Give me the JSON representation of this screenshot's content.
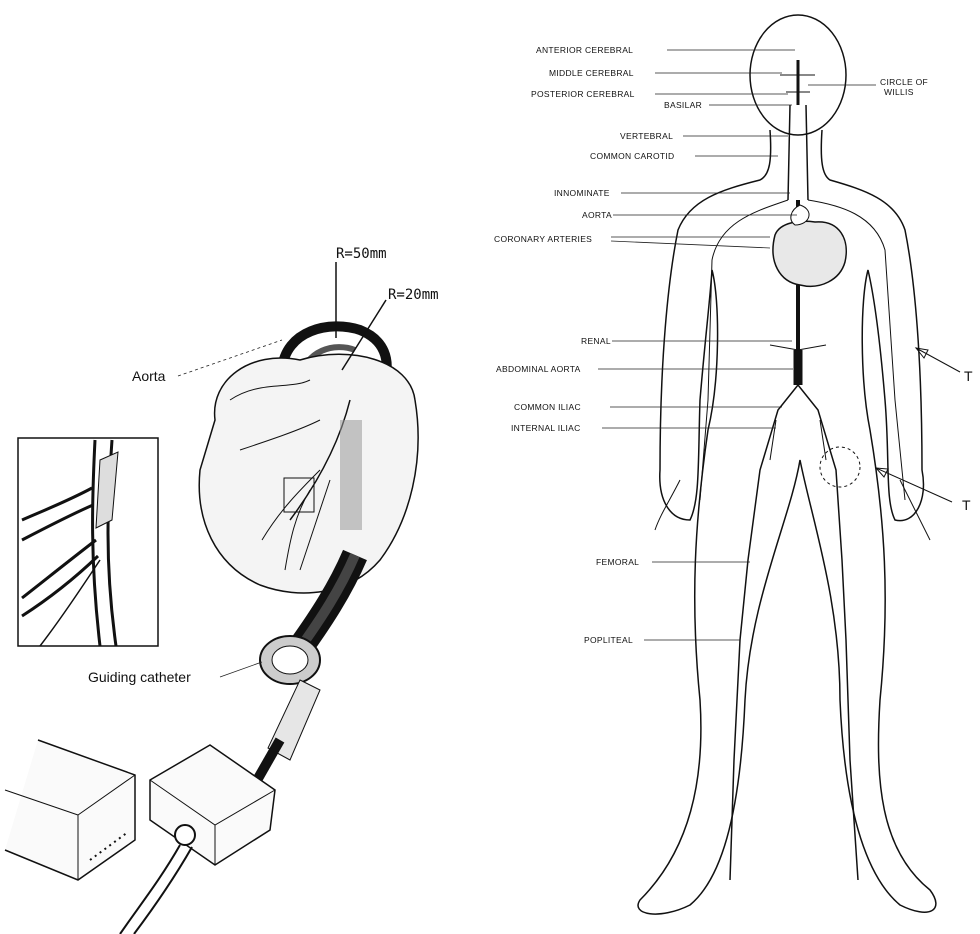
{
  "left_figure": {
    "label_r50": "R=50mm",
    "label_r20": "R=20mm",
    "label_aorta": "Aorta",
    "label_guiding_catheter": "Guiding catheter"
  },
  "right_figure": {
    "labels": [
      "ANTERIOR CEREBRAL",
      "MIDDLE CEREBRAL",
      "POSTERIOR CEREBRAL",
      "BASILAR",
      "CIRCLE OF",
      "WILLIS",
      "VERTEBRAL",
      "COMMON CAROTID",
      "INNOMINATE",
      "AORTA",
      "CORONARY ARTERIES",
      "RENAL",
      "ABDOMINAL AORTA",
      "COMMON ILIAC",
      "INTERNAL ILIAC",
      "FEMORAL",
      "POPLITEAL"
    ],
    "arrow_label_1": "T",
    "arrow_label_2": "T"
  }
}
